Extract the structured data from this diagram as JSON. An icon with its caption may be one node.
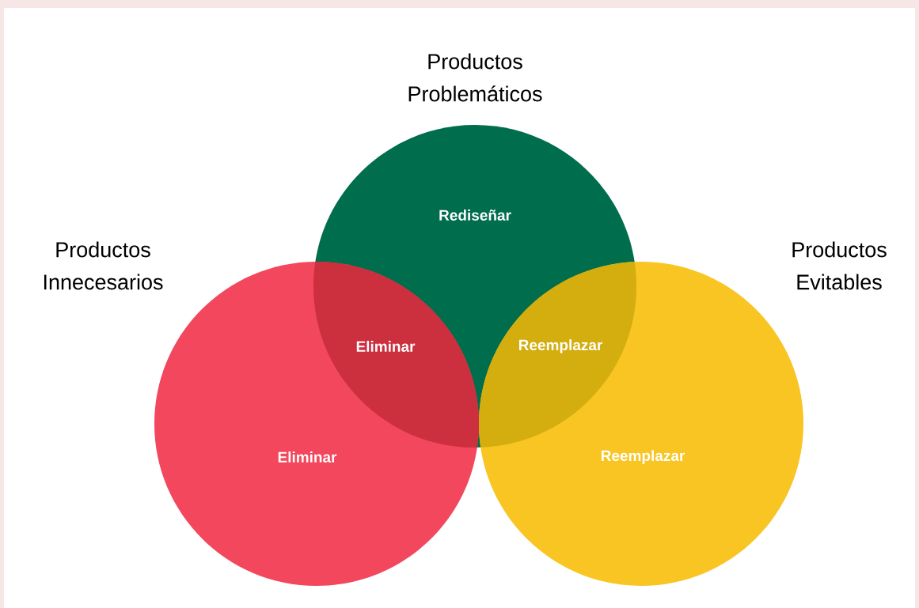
{
  "diagram": {
    "nodes": [
      {
        "text": [
          "Productos Problemáticos",
          "Rediseñar"
        ]
      },
      {
        "text": [
          "Productos Innecesarios",
          "Eliminar"
        ]
      },
      {
        "text": [
          "Productos Evitables",
          "Reemplazar"
        ]
      }
    ],
    "labels": [
      "Eliminar",
      "Reemplazar"
    ]
  }
}
